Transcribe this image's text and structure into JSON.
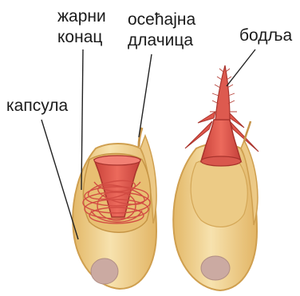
{
  "labels": {
    "coiled_thread": [
      "жарни",
      "конац"
    ],
    "sensory_hair": [
      "осећајна",
      "длачица"
    ],
    "barb": "бодља",
    "capsule": "капсула"
  },
  "colors": {
    "capsule_fill": "#f2d79a",
    "capsule_edge": "#d2a857",
    "inner_cavity": "#e9c176",
    "thread_red": "#d9534a",
    "thread_dark": "#b5372f",
    "nucleus": "#c9a9a0",
    "leader_line": "#222222"
  }
}
